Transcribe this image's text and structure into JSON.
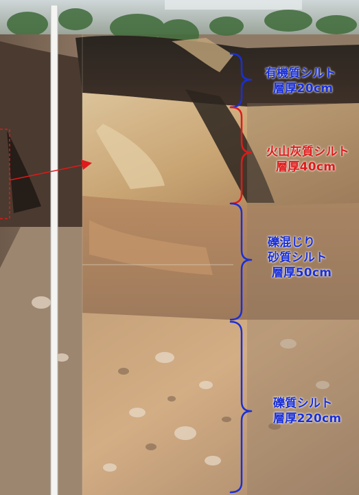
{
  "layers": [
    {
      "name": "有機質シルト",
      "thickness": "層厚20cm",
      "color": "#1a2fd6"
    },
    {
      "name": "火山灰質シルト",
      "thickness": "層厚40cm",
      "color": "#e01a1a"
    },
    {
      "name_line1": "礫混じり",
      "name_line2": "砂質シルト",
      "thickness": "層厚50cm",
      "color": "#1a2fd6"
    },
    {
      "name": "礫質シルト",
      "thickness": "層厚220cm",
      "color": "#1a2fd6"
    }
  ],
  "colors": {
    "bracket_blue": "#1a2fd6",
    "bracket_red": "#e01a1a",
    "annotation_red": "#e01a1a"
  }
}
